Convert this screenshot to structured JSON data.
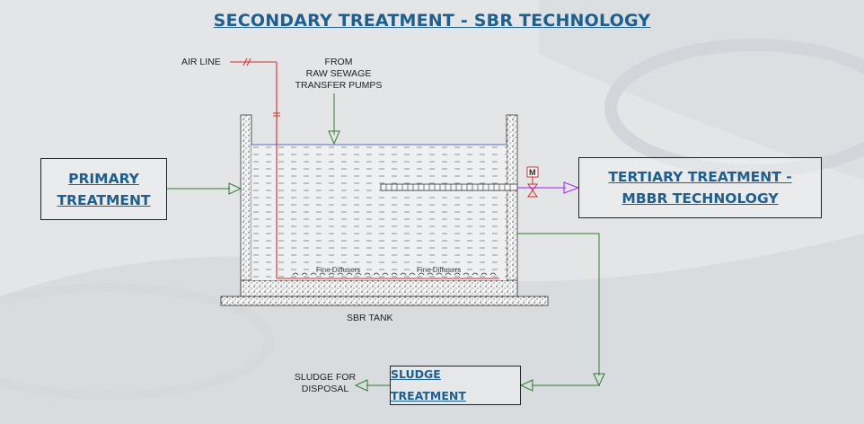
{
  "title": "SECONDARY  TREATMENT - SBR TECHNOLOGY",
  "primary": {
    "line1": "PRIMARY",
    "line2": "TREATMENT"
  },
  "tertiary": {
    "line1": "TERTIARY  TREATMENT -",
    "line2": "MBBR TECHNOLOGY"
  },
  "sludge": {
    "label": "SLUDGE  TREATMENT"
  },
  "labels": {
    "air_line": "AIR LINE",
    "from_line1": "FROM",
    "from_line2": "RAW SEWAGE",
    "from_line3": "TRANSFER PUMPS",
    "sbr_tank": "SBR TANK",
    "disposal_line1": "SLUDGE FOR",
    "disposal_line2": "DISPOSAL",
    "fine_diffuser_1": "Fine Diffusers",
    "fine_diffuser_2": "Fine Diffusers",
    "motor": "M"
  },
  "colors": {
    "title": "#1f5f8e",
    "flow": "#2e7d32",
    "air": "#d32f2f",
    "outlet": "#a020f0",
    "water_surface": "#5c6bc0"
  }
}
